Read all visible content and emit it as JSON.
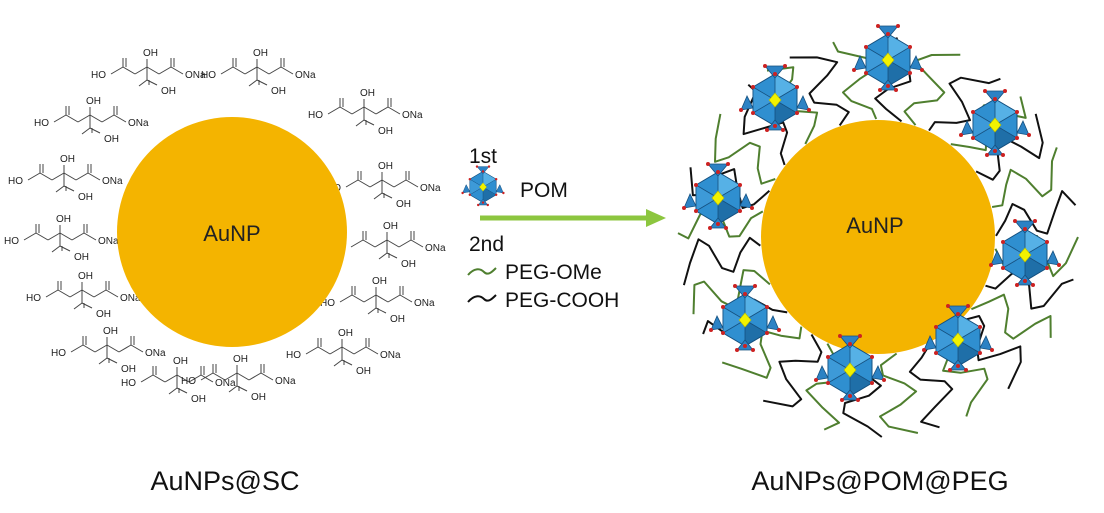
{
  "left": {
    "core_label": "AuNP",
    "caption": "AuNPs@SC",
    "ligand": {
      "top_left": "HO",
      "top_mid": "OH",
      "top_right": "ONa",
      "bottom": "OH"
    }
  },
  "right": {
    "core_label": "AuNP",
    "caption": "AuNPs@POM@PEG"
  },
  "steps": {
    "first": {
      "label": "1st",
      "reagent": "POM"
    },
    "second": {
      "label": "2nd",
      "reagents": [
        {
          "label": "PEG-OMe",
          "color": "#4f7f2f"
        },
        {
          "label": "PEG-COOH",
          "color": "#111111"
        }
      ]
    }
  },
  "colors": {
    "gold": "#f4b400",
    "arrow": "#8cc63f",
    "pom_blue": "#2f8fd0",
    "pom_center": "#f2f200",
    "pom_vertex": "#cc2222"
  }
}
